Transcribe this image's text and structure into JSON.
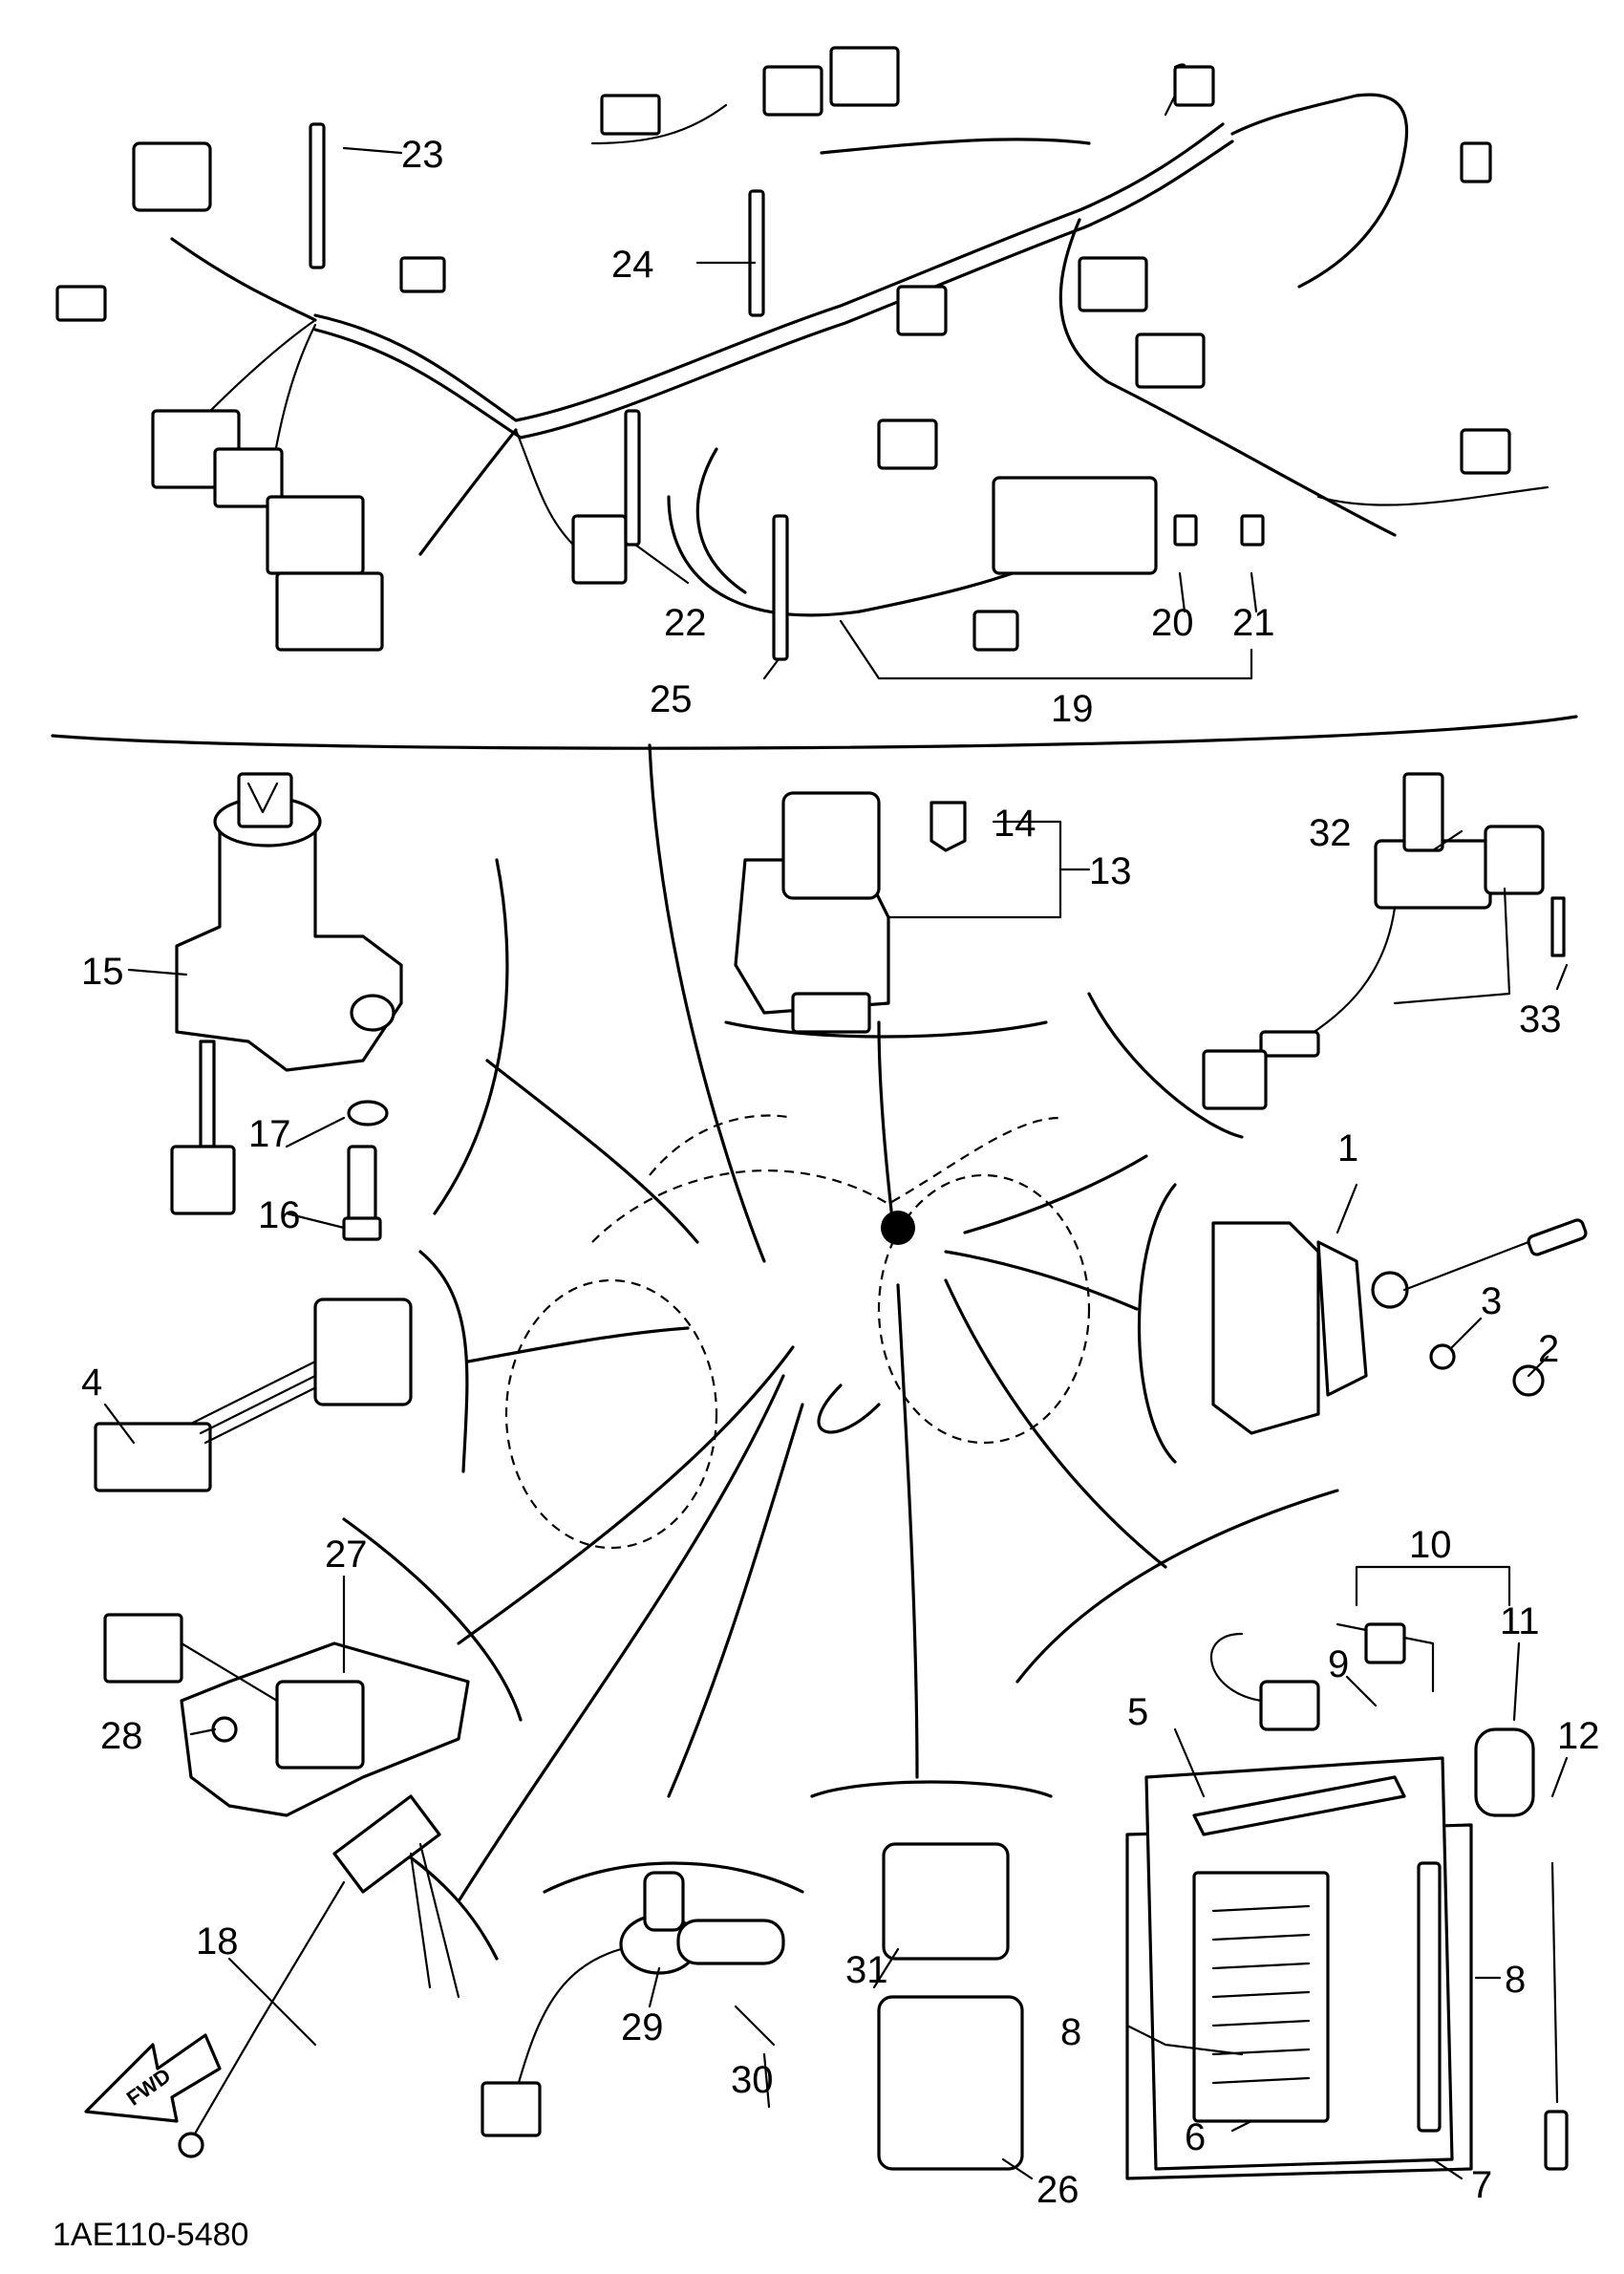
{
  "diagram_code": "1AE110-5480",
  "fwd_label": "FWD",
  "part_numbers": {
    "p1": "1",
    "p2": "2",
    "p3": "3",
    "p4": "4",
    "p5": "5",
    "p6": "6",
    "p7": "7",
    "p8a": "8",
    "p8b": "8",
    "p9": "9",
    "p10": "10",
    "p11": "11",
    "p12": "12",
    "p13": "13",
    "p14": "14",
    "p15": "15",
    "p16": "16",
    "p17": "17",
    "p18": "18",
    "p19": "19",
    "p20": "20",
    "p21": "21",
    "p22": "22",
    "p23": "23",
    "p24": "24",
    "p25": "25",
    "p26": "26",
    "p27": "27",
    "p28": "28",
    "p29": "29",
    "p30": "30",
    "p31": "31",
    "p32": "32",
    "p33": "33"
  }
}
